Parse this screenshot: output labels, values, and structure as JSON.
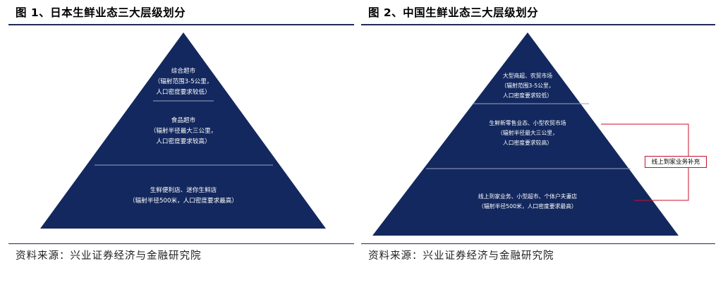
{
  "figure1": {
    "title": "图 1、日本生鲜业态三大层级划分",
    "tiers": [
      {
        "lines": [
          "综合超市",
          "（辐射范围3-5公里，",
          "人口密度要求较低）"
        ]
      },
      {
        "lines": [
          "食品超市",
          "（辐射半径最大三公里，",
          "人口密度要求较高）"
        ]
      },
      {
        "lines": [
          "生鲜便利店、迷你生鲜店",
          "（辐射半径500米，人口密度要求最高）"
        ]
      }
    ],
    "source": "资料来源：兴业证券经济与金融研究院"
  },
  "figure2": {
    "title": "图 2、中国生鲜业态三大层级划分",
    "tiers": [
      {
        "lines": [
          "大型商超、农贸市场",
          "（辐射范围3-5公里，",
          "人口密度要求较低）"
        ]
      },
      {
        "lines": [
          "生鲜新零售业态、小型农贸市场",
          "（辐射半径最大三公里，",
          "人口密度要求较高）"
        ]
      },
      {
        "lines": [
          "线上到家业务、小型超市、个体户夫妻店",
          "（辐射半径500米，人口密度要求最高）"
        ]
      }
    ],
    "callout": "线上到家业务补充",
    "source": "资料来源：兴业证券经济与金融研究院"
  },
  "colors": {
    "pyramid": "#13285e",
    "rule": "#1f2a5a",
    "bracket": "#c8102e"
  }
}
